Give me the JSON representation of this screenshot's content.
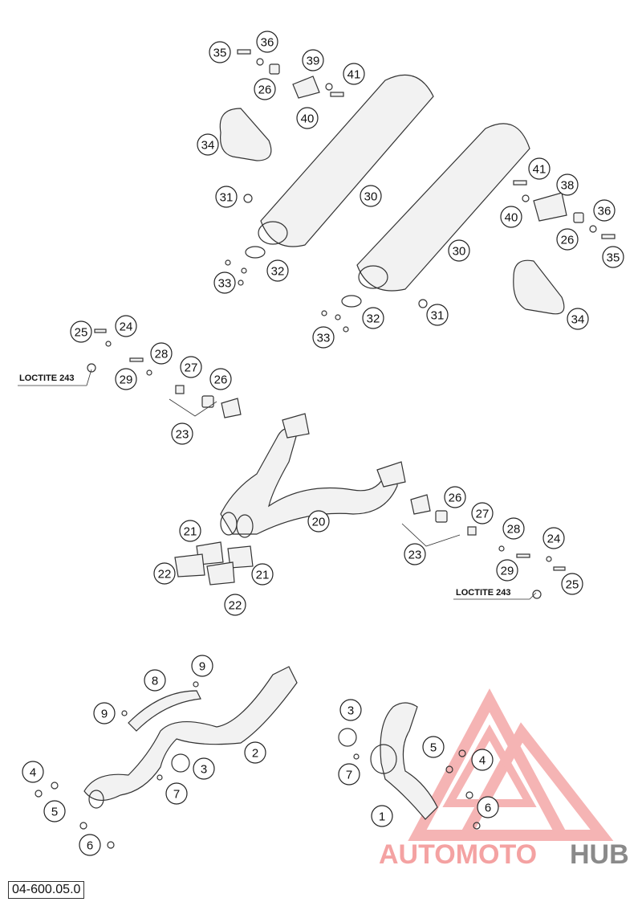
{
  "drawing_code": "04-600.05.0",
  "loctite_label": "LOCTITE 243",
  "watermark": {
    "part1": "AUTOMOTO",
    "part2": "HUB",
    "color1": "#f4a2a2",
    "color2": "#8a8a8a"
  },
  "callouts": [
    "35",
    "36",
    "26",
    "39",
    "41",
    "40",
    "34",
    "31",
    "30",
    "32",
    "33",
    "41",
    "38",
    "40",
    "36",
    "26",
    "35",
    "30",
    "34",
    "32",
    "31",
    "33",
    "25",
    "24",
    "28",
    "29",
    "27",
    "26",
    "23",
    "26",
    "27",
    "28",
    "24",
    "29",
    "25",
    "23",
    "20",
    "21",
    "22",
    "21",
    "22",
    "8",
    "9",
    "9",
    "2",
    "3",
    "4",
    "5",
    "7",
    "6",
    "3",
    "7",
    "5",
    "4",
    "1",
    "6"
  ]
}
